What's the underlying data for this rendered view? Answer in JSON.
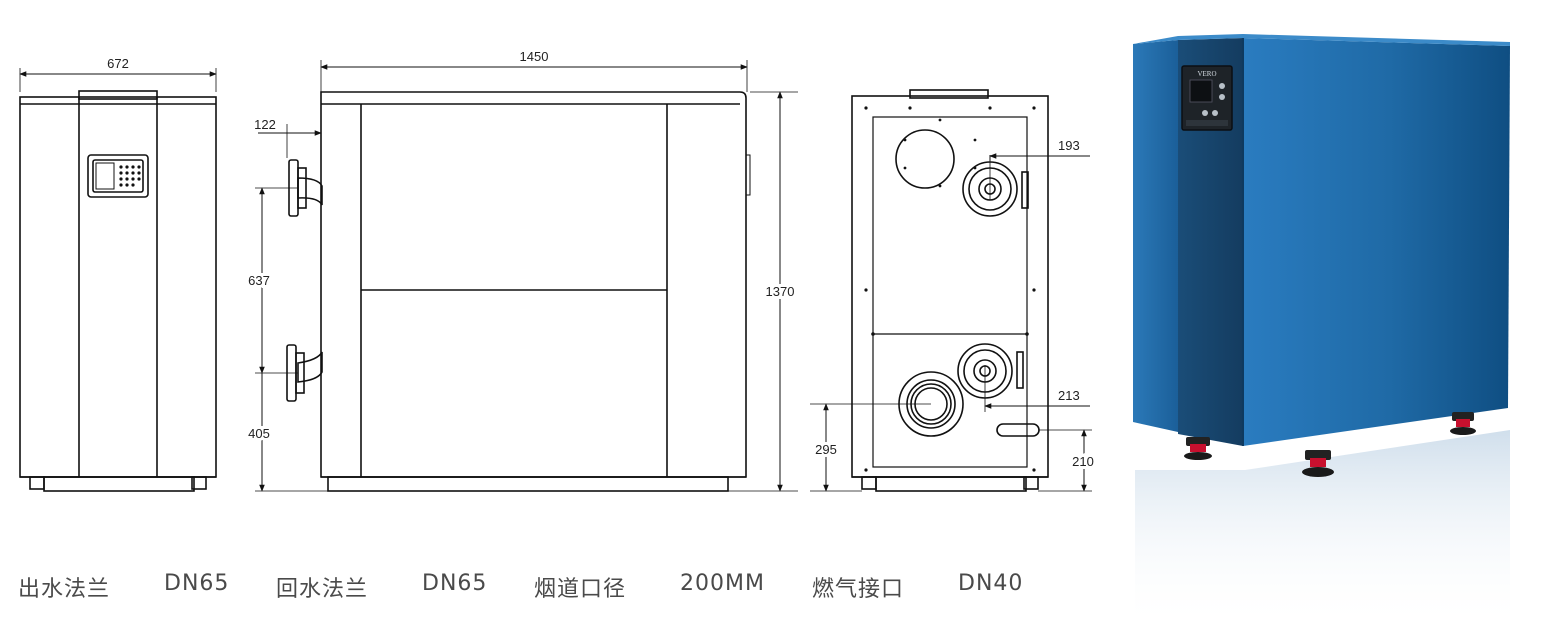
{
  "dimensions": {
    "front_width": "672",
    "side_length": "1450",
    "inlet_offset": "122",
    "flange_spacing": "637",
    "lower_flange_height": "405",
    "total_height": "1370",
    "rear_top_offset": "193",
    "rear_mid_offset": "213",
    "flue_height": "295",
    "gas_height": "210"
  },
  "panel_brand": "VERO",
  "specs": [
    {
      "name": "出水法兰",
      "value": "DN65"
    },
    {
      "name": "回水法兰",
      "value": "DN65"
    },
    {
      "name": "烟道口径",
      "value": "200MM"
    },
    {
      "name": "燃气接口",
      "value": "DN40"
    }
  ],
  "colors": {
    "line": "#111111",
    "product_blue": "#1f6aa6",
    "product_dark": "#163a5c",
    "foot_red": "#c8102e"
  }
}
